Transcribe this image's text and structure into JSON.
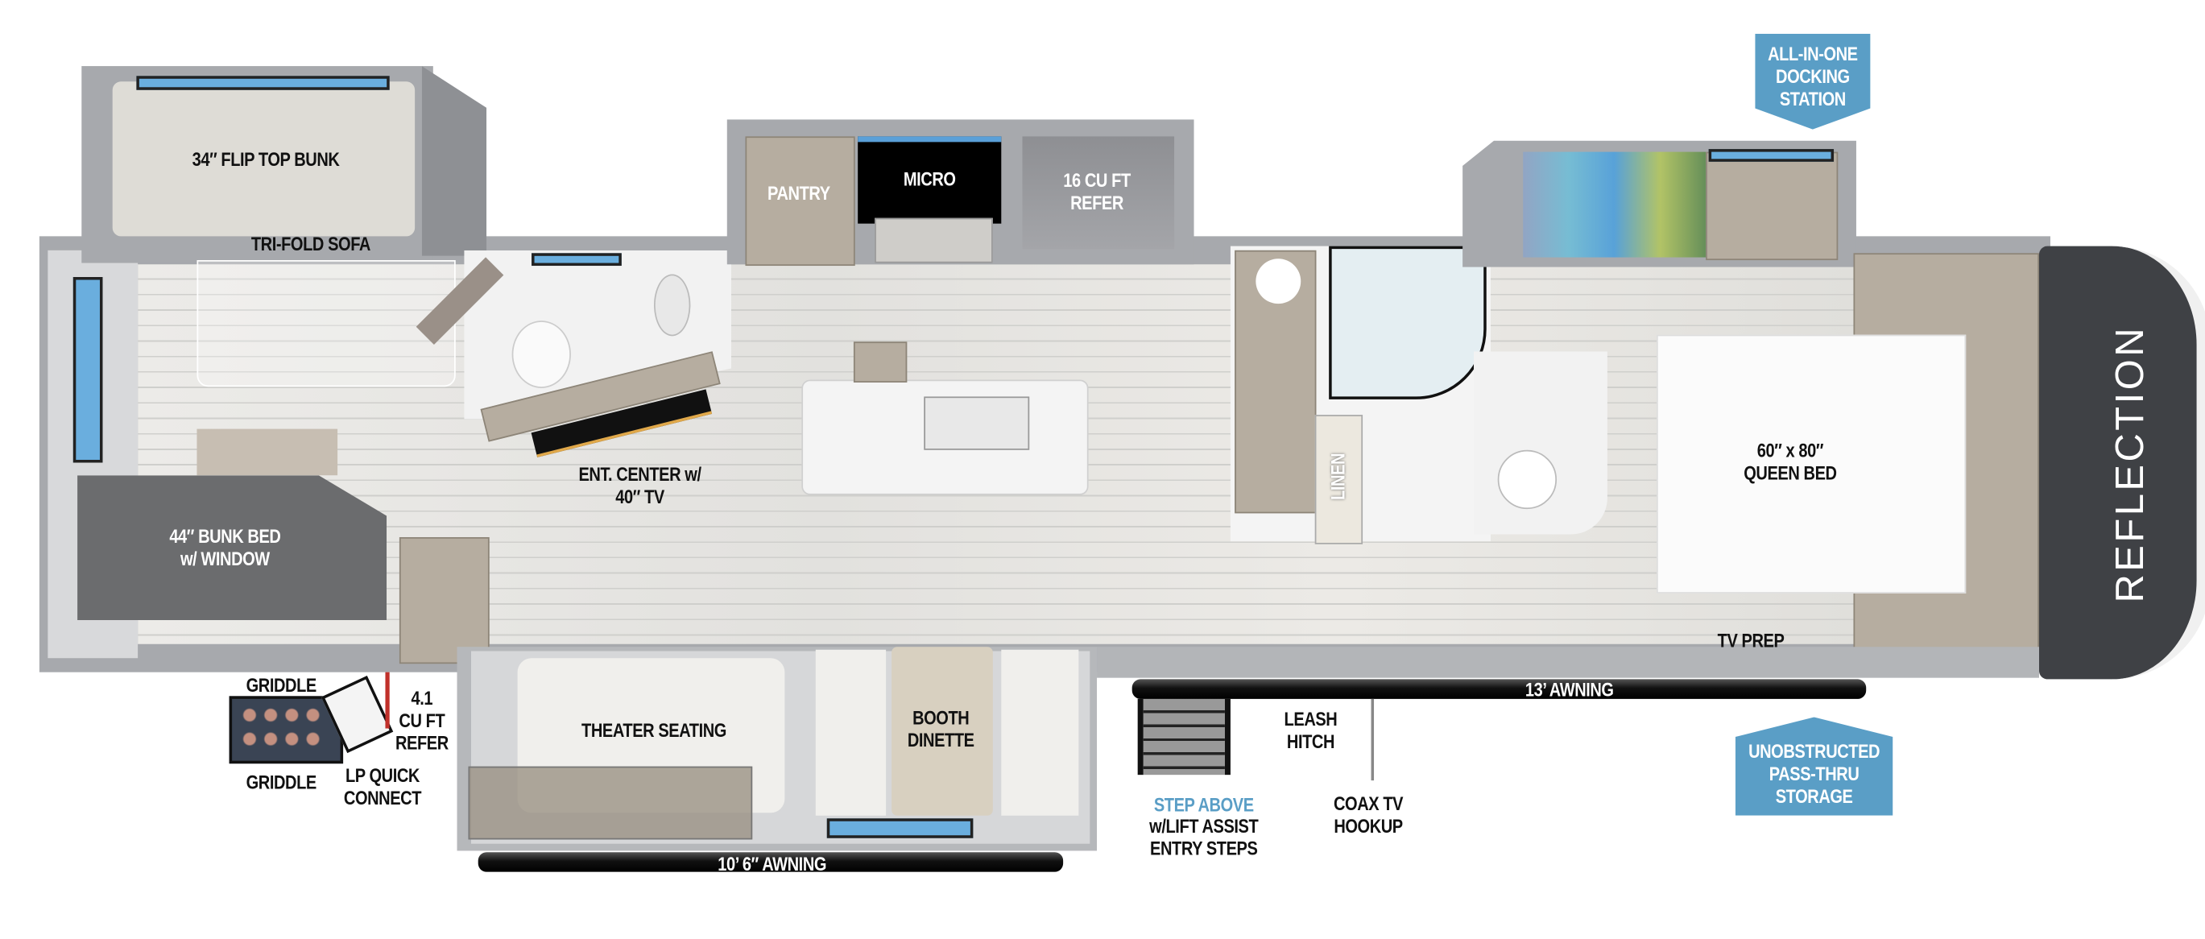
{
  "brand": {
    "logo_text": "REFLECTION"
  },
  "rooms": {
    "flip_top_bunk": "34″ FLIP TOP BUNK",
    "tri_fold_sofa": "TRI-FOLD SOFA",
    "pantry": "PANTRY",
    "micro": "MICRO",
    "refer": "16 CU FT\nREFER",
    "ent_center": "ENT. CENTER w/\n40″ TV",
    "bunk_bed": "44″ BUNK BED\nw/ WINDOW",
    "linen": "LINEN",
    "queen_bed": "60″ x 80″\nQUEEN BED",
    "tv_prep": "TV PREP",
    "theater_seating": "THEATER SEATING",
    "booth_dinette": "BOOTH\nDINETTE"
  },
  "exterior": {
    "griddle_top": "GRIDDLE",
    "griddle_bottom": "GRIDDLE",
    "outdoor_refer": "4.1\nCU FT\nREFER",
    "lp_quick_connect": "LP QUICK\nCONNECT",
    "awning_rear": "10’ 6″ AWNING",
    "awning_front": "13’ AWNING",
    "leash_hitch": "LEASH\nHITCH",
    "step_above": "STEP ABOVE",
    "step_desc": "w/LIFT ASSIST\nENTRY STEPS",
    "coax": "COAX TV\nHOOKUP"
  },
  "callouts": {
    "docking_station": "ALL-IN-ONE\nDOCKING\nSTATION",
    "pass_thru": "UNOBSTRUCTED\nPASS-THRU\nSTORAGE"
  },
  "colors": {
    "accent_blue": "#5a9ec6",
    "wall": "#a7a9ad",
    "cap": "#3f4145"
  }
}
